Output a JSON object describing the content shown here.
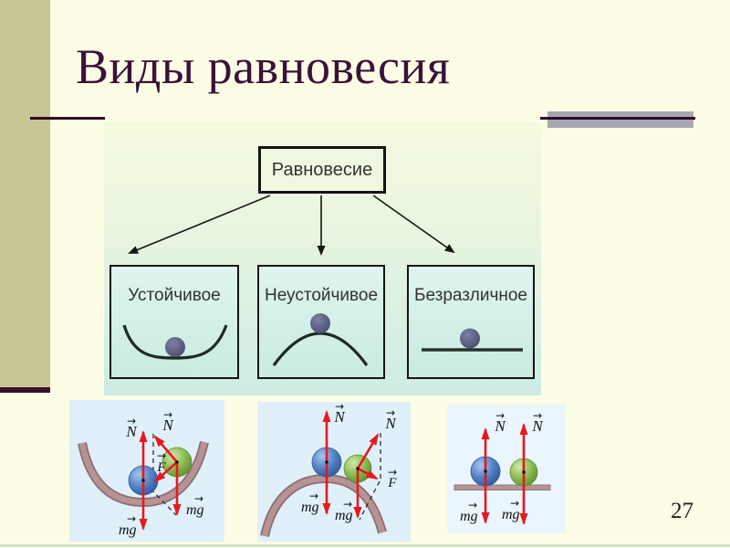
{
  "header": {
    "title": "Виды равновесия"
  },
  "footer": {
    "page_number": "27"
  },
  "flowchart": {
    "root": "Равновесие",
    "children": [
      {
        "label": "Устойчивое"
      },
      {
        "label": "Неустойчивое"
      },
      {
        "label": "Безразличное"
      }
    ]
  },
  "force_diagrams": {
    "vec": "→",
    "stable": {
      "n_left": "N",
      "n_right": "N",
      "f": "F",
      "mg_left": "mg",
      "mg_right": "mg"
    },
    "unstable": {
      "n_top": "N",
      "n_right": "N",
      "f": "F",
      "mg_left": "mg",
      "mg_right": "mg"
    },
    "neutral": {
      "n_left": "N",
      "n_right": "N",
      "mg_left": "mg",
      "mg_right": "mg"
    }
  },
  "colors": {
    "slide_background": "#fdfde6",
    "sidebar_olive": "#c7c593",
    "title_maroon": "#3a1237",
    "rule_maroon": "#2e0d2b",
    "gray_bar": "#a9a7b2",
    "panel_gradient_top": "#f5fade",
    "panel_gradient_bottom": "#cdece4",
    "box_fill": "#d4f0e8",
    "diagram_panel_blue": "#dff0fa",
    "force_arrow_red": "#e6191f",
    "surface_rosy_brown": "#b59495",
    "ball_blue": "#5584c7",
    "ball_green": "#8cbd55",
    "ball_slate": "#4b5074"
  }
}
